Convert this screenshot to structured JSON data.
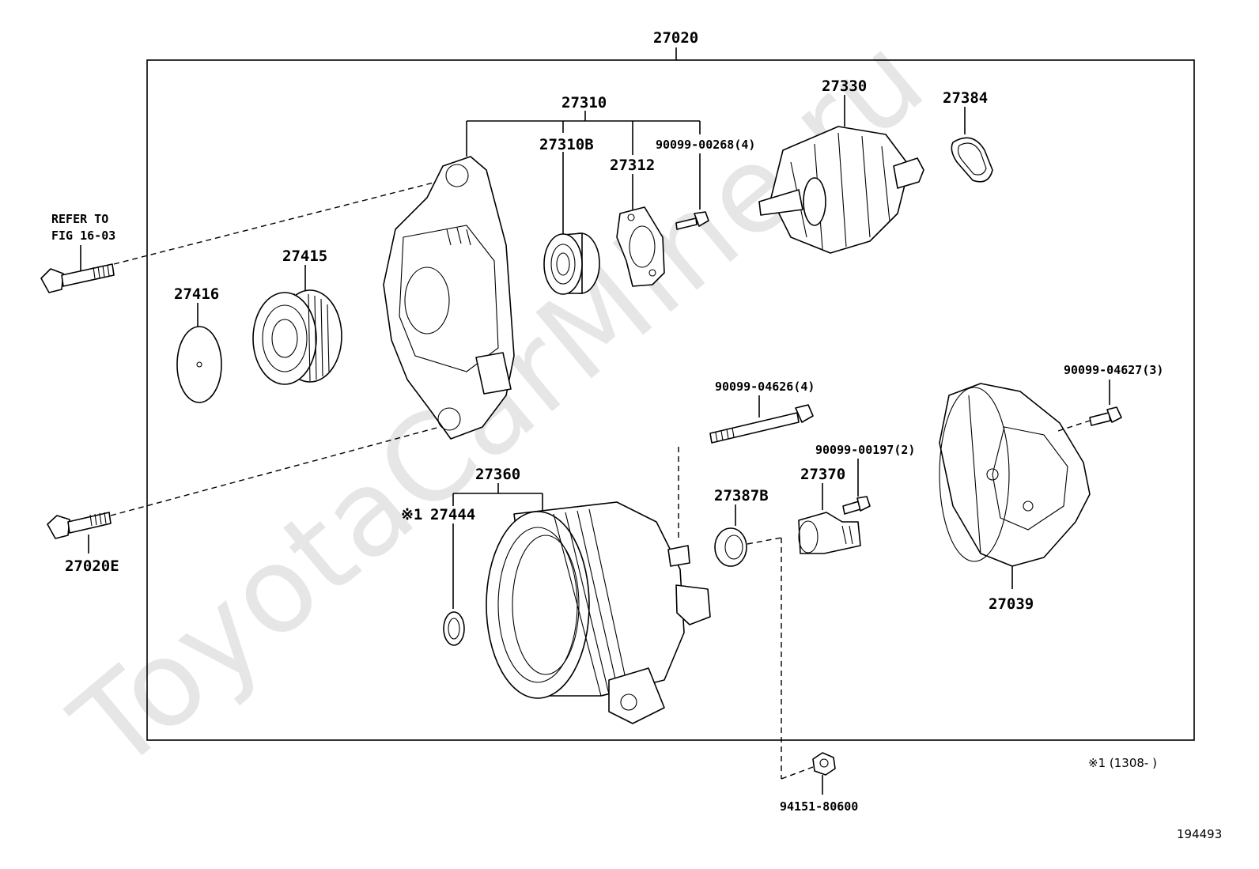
{
  "watermark": "ToyotaCarMine.ru",
  "diagram_id": "194493",
  "note": "※1 (1308-      )",
  "labels": {
    "assembly": "27020",
    "refer_line1": "REFER TO",
    "refer_line2": "FIG 16-03",
    "bolt_lower": "27020E",
    "frame_group": "27310",
    "bearing": "27310B",
    "retainer": "27312",
    "screw_retainer": "90099-00268(4)",
    "rotor": "27330",
    "seal_ring": "27384",
    "pulley": "27415",
    "pulley_cap": "27416",
    "stator_group": "27360",
    "washer_marker": "※1",
    "washer": "27444",
    "through_bolt": "90099-04626(4)",
    "insulator": "27387B",
    "screw_brush": "90099-00197(2)",
    "brush_holder": "27370",
    "rear_cover": "27039",
    "screw_cover": "90099-04627(3)",
    "nut": "94151-80600"
  }
}
